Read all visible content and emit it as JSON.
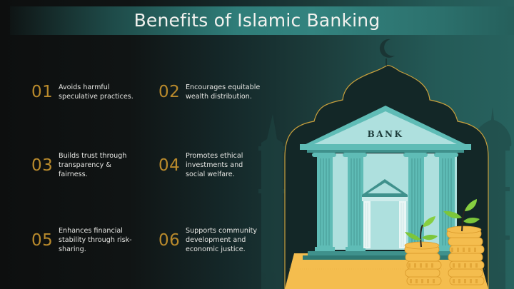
{
  "slide": {
    "title": "Benefits of Islamic Banking",
    "colors": {
      "number_gold": "#b98a2c",
      "title_band": "#33837f",
      "background_dark": "#0d0f0f",
      "background_teal": "#27625e",
      "bank_light": "#aee0de",
      "bank_teal": "#5fbcb6",
      "floor_yellow": "#f4bd4e",
      "arch_outline": "#c9a03c"
    }
  },
  "benefits": [
    {
      "number": "01",
      "text": "Avoids harmful speculative practices."
    },
    {
      "number": "02",
      "text": "Encourages equitable wealth distribution."
    },
    {
      "number": "03",
      "text": "Builds trust through transparency & fairness."
    },
    {
      "number": "04",
      "text": "Promotes ethical investments and social welfare."
    },
    {
      "number": "05",
      "text": "Enhances financial stability through risk-sharing."
    },
    {
      "number": "06",
      "text": "Supports community development and economic justice."
    }
  ],
  "illustration": {
    "bank_sign": "BANK",
    "description": "Bank building with columns inside a mosque-arch outline, with stacks of gold coins sprouting plants"
  }
}
